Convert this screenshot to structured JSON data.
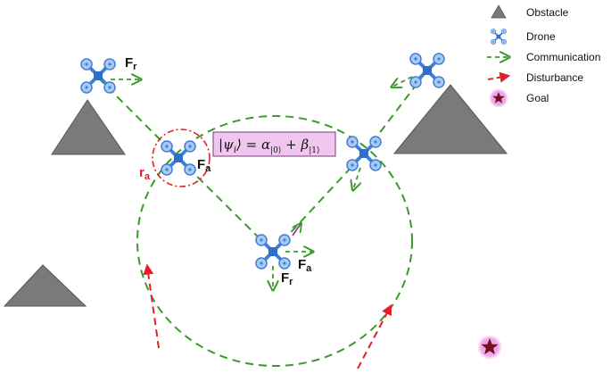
{
  "legend": {
    "obstacle": "Obstacle",
    "drone": "Drone",
    "communication": "Communication",
    "disturbance": "Disturbance",
    "goal": "Goal"
  },
  "labels": {
    "f_r": {
      "main": "F",
      "sub": "r"
    },
    "f_a": {
      "main": "F",
      "sub": "a"
    },
    "r_a": {
      "main": "r",
      "sub": "a"
    }
  },
  "equation": {
    "lhs": "|ψ",
    "lhs_sub": "i",
    "rest": "⟩ = α",
    "alpha_sub": "|0⟩",
    "plus": " + β",
    "beta_sub": "|1⟩"
  },
  "colors": {
    "obstacle": "#7a7a7a",
    "drone": "#3f7fd6",
    "communication": "#3a9a2a",
    "disturbance": "#e0202a",
    "goal_fill": "#7a0f1f",
    "goal_glow": "#d86ad8",
    "equation_box": "#f0c6ee",
    "radius_circle": "#e0202a"
  },
  "icons": {
    "obstacle": "gray-triangle-icon",
    "drone": "quadcopter-icon",
    "communication": "green-dashed-arrow-icon",
    "disturbance": "red-dashed-arrow-icon",
    "goal": "star-icon"
  }
}
